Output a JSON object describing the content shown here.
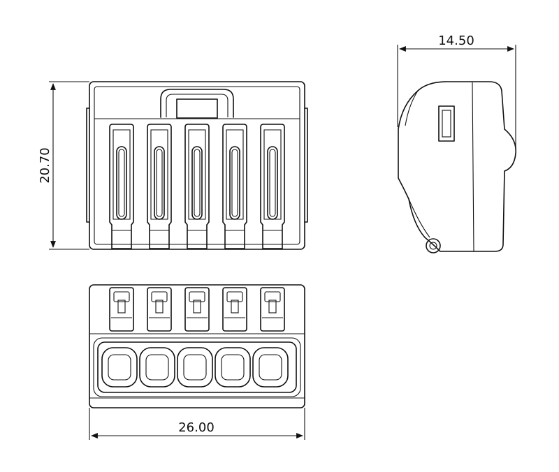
{
  "dimensions": {
    "height": "20.70",
    "side_depth": "14.50",
    "width": "26.00"
  },
  "connector": {
    "lever_count": 5
  }
}
